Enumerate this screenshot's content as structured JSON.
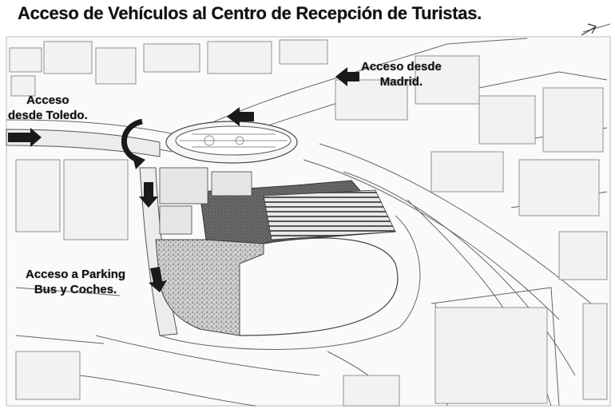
{
  "title": "Acceso de Vehículos al Centro de Recepción de Turistas.",
  "labels": {
    "madrid": [
      "Acceso desde",
      "Madrid."
    ],
    "toledo": [
      "Acceso",
      "desde Toledo."
    ],
    "parking": [
      "Acceso a Parking",
      "Bus y Coches."
    ]
  },
  "colors": {
    "ink": "#111111",
    "line": "#555555",
    "hatch": "#8a8a8a",
    "arrow": "#1a1a1a"
  },
  "icons": [
    "arrow-madrid-icon",
    "arrow-toledo-icon",
    "arrow-roundabout-icon",
    "arrow-curve-icon",
    "arrow-down-icon",
    "arrow-parking-icon",
    "north-arrow-icon"
  ]
}
